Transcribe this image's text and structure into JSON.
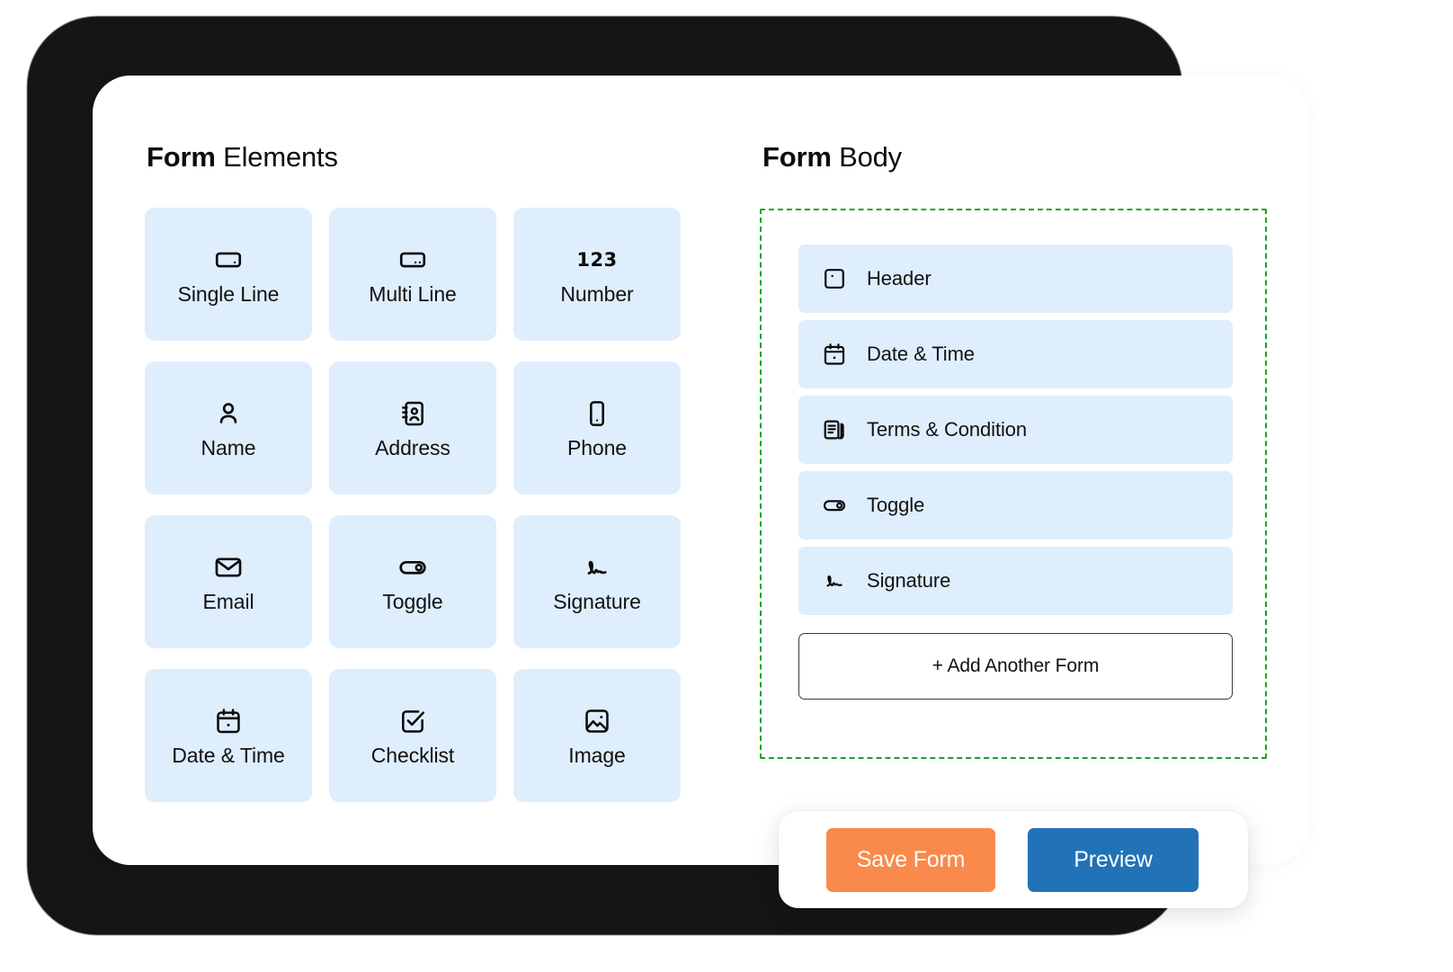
{
  "panels": {
    "elements": {
      "title_strong": "Form",
      "title_rest": " Elements"
    },
    "body": {
      "title_strong": "Form",
      "title_rest": " Body"
    }
  },
  "colors": {
    "tile_background": "#dfeefc",
    "dropzone_border": "#19a519",
    "save_button": "#f98a4b",
    "preview_button": "#2272b8",
    "frame": "#151515",
    "card": "#ffffff"
  },
  "elements_palette": [
    {
      "label": "Single Line",
      "icon": "single-line-icon"
    },
    {
      "label": "Multi Line",
      "icon": "multi-line-icon"
    },
    {
      "label": "Number",
      "icon": "number-123-icon",
      "glyph": "123"
    },
    {
      "label": "Name",
      "icon": "person-icon"
    },
    {
      "label": "Address",
      "icon": "contact-book-icon"
    },
    {
      "label": "Phone",
      "icon": "mobile-phone-icon"
    },
    {
      "label": "Email",
      "icon": "envelope-icon"
    },
    {
      "label": "Toggle",
      "icon": "toggle-switch-icon"
    },
    {
      "label": "Signature",
      "icon": "signature-icon"
    },
    {
      "label": "Date & Time",
      "icon": "calendar-icon"
    },
    {
      "label": "Checklist",
      "icon": "checkbox-checked-icon"
    },
    {
      "label": "Image",
      "icon": "image-icon"
    }
  ],
  "form_body_items": [
    {
      "label": "Header",
      "icon": "header-block-icon"
    },
    {
      "label": "Date & Time",
      "icon": "calendar-icon"
    },
    {
      "label": "Terms & Condition",
      "icon": "document-article-icon"
    },
    {
      "label": "Toggle",
      "icon": "toggle-switch-icon"
    },
    {
      "label": "Signature",
      "icon": "signature-icon"
    }
  ],
  "add_form": {
    "label": "+ Add Another Form"
  },
  "actions": {
    "save_label": "Save Form",
    "preview_label": "Preview"
  }
}
